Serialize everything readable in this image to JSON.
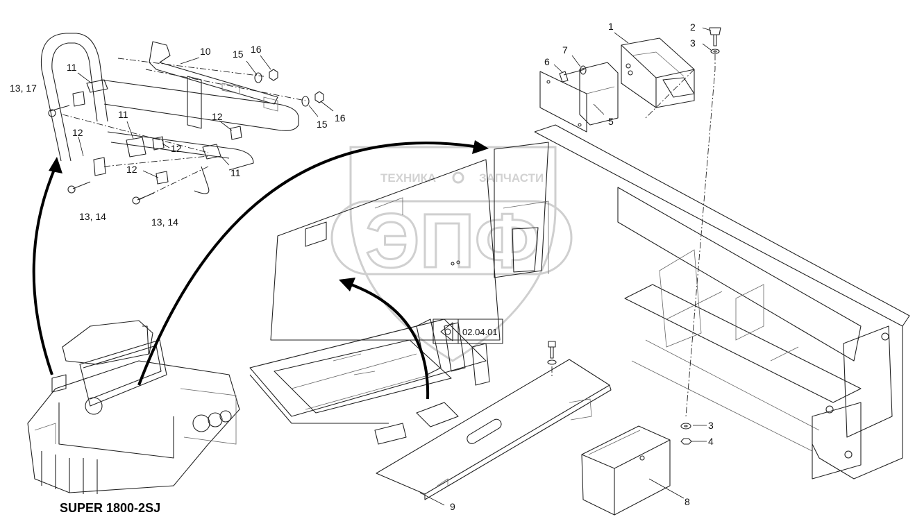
{
  "drawing": {
    "model_caption": "SUPER 1800-2SJ",
    "reference_code": "02.04.01",
    "watermark": {
      "line1_left": "ТЕХНИКА",
      "line1_right": "ЗАПЧАСТИ",
      "logo": "ЭПФ"
    },
    "labels": [
      {
        "id": "l1",
        "text": "1"
      },
      {
        "id": "l2",
        "text": "2"
      },
      {
        "id": "l3a",
        "text": "3"
      },
      {
        "id": "l3b",
        "text": "3"
      },
      {
        "id": "l4",
        "text": "4"
      },
      {
        "id": "l5",
        "text": "5"
      },
      {
        "id": "l6",
        "text": "6"
      },
      {
        "id": "l7",
        "text": "7"
      },
      {
        "id": "l8",
        "text": "8"
      },
      {
        "id": "l9",
        "text": "9"
      },
      {
        "id": "l10",
        "text": "10"
      },
      {
        "id": "l11a",
        "text": "11"
      },
      {
        "id": "l11b",
        "text": "11"
      },
      {
        "id": "l11c",
        "text": "11"
      },
      {
        "id": "l12a",
        "text": "12"
      },
      {
        "id": "l12b",
        "text": "12"
      },
      {
        "id": "l12c",
        "text": "12"
      },
      {
        "id": "l12d",
        "text": "12"
      },
      {
        "id": "l1317",
        "text": "13, 17"
      },
      {
        "id": "l1314a",
        "text": "13, 14"
      },
      {
        "id": "l1314b",
        "text": "13, 14"
      },
      {
        "id": "l15a",
        "text": "15"
      },
      {
        "id": "l15b",
        "text": "15"
      },
      {
        "id": "l16a",
        "text": "16"
      },
      {
        "id": "l16b",
        "text": "16"
      }
    ]
  }
}
